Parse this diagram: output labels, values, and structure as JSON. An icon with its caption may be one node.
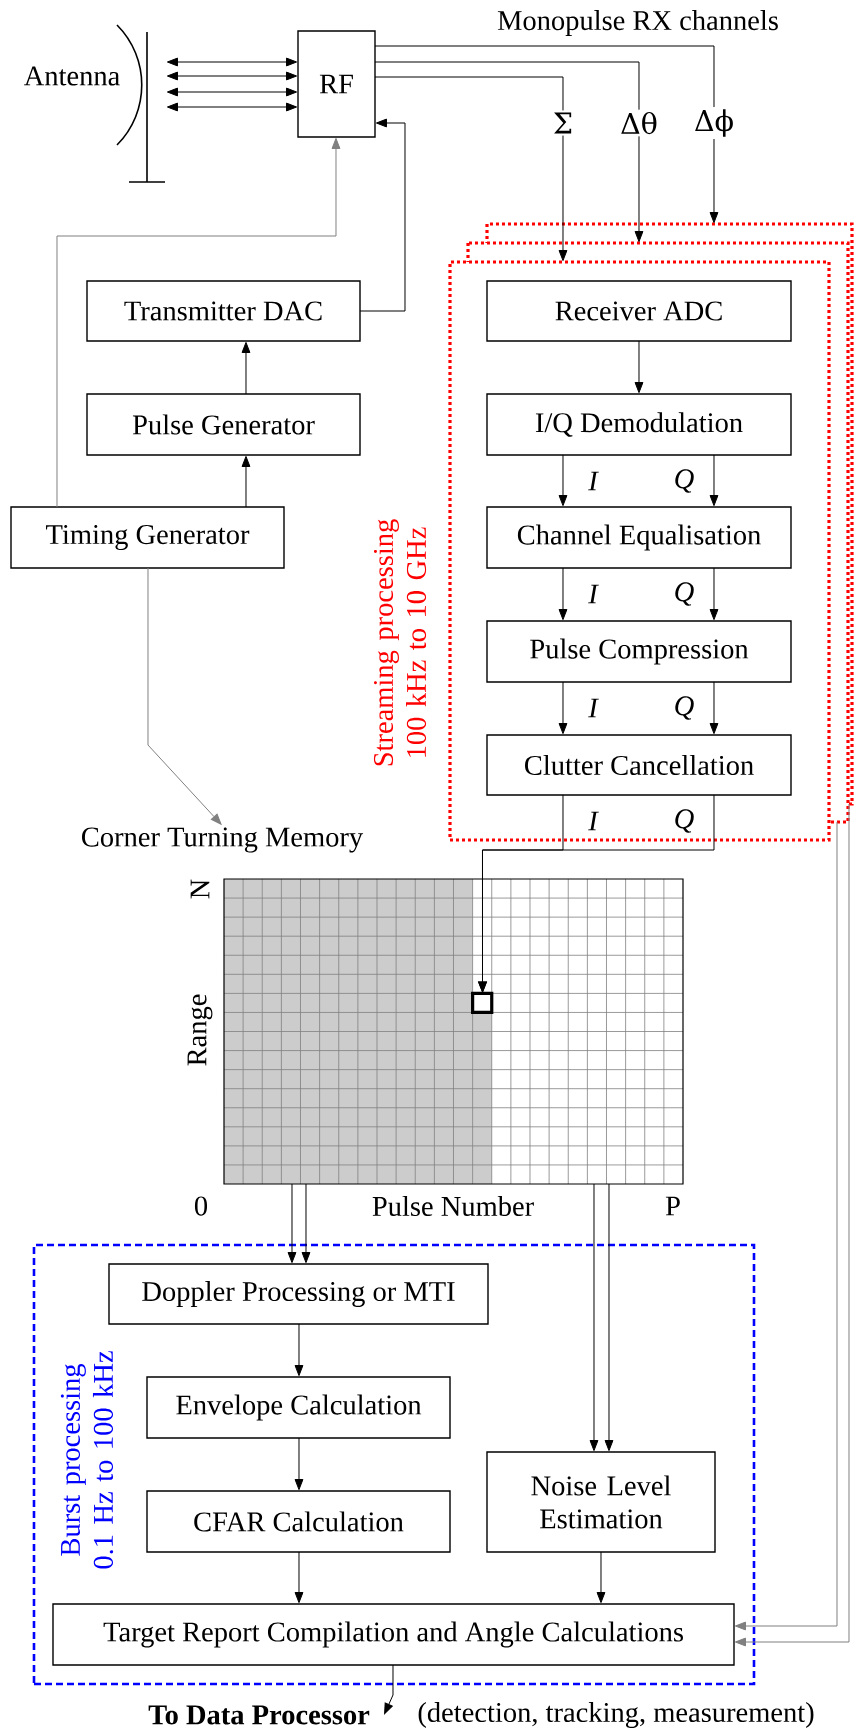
{
  "diagram": {
    "nodes": [
      {
        "text": [],
        "shape": "antenna",
        "beside": [
          "Antenna"
        ]
      },
      {
        "text": [
          "RF"
        ]
      },
      {
        "text": [
          "Σ"
        ]
      },
      {
        "text": [
          "Δθ"
        ]
      },
      {
        "text": [
          "Δϕ"
        ]
      },
      {
        "text": [
          "Streaming processing 100 kHz to 10 GHz"
        ]
      },
      {
        "text": [
          "Transmitter DAC"
        ]
      },
      {
        "text": [
          "Receiver ADC"
        ],
        "in": 5
      },
      {
        "text": [
          "Pulse Generator"
        ]
      },
      {
        "text": [
          "I/Q Demodulation"
        ],
        "in": 5
      },
      {
        "text": [
          "Timing Generator"
        ]
      },
      {
        "text": [
          "Channel Equalisation"
        ],
        "in": 5
      },
      {
        "text": [
          "Pulse Compression"
        ],
        "in": 5
      },
      {
        "text": [
          "Clutter Cancellation"
        ],
        "in": 5
      },
      {
        "text": [
          "Corner Turning Memory"
        ]
      },
      {
        "text": [],
        "shape": "grid",
        "beside": [
          "N",
          "Range",
          "0",
          "Pulse Number",
          "P"
        ]
      },
      {
        "text": [],
        "shape": "box",
        "in": 15
      },
      {
        "text": [
          "Burst processing 0.1 Hz to 100 kHz"
        ]
      },
      {
        "text": [
          "Doppler Processing or MTI"
        ],
        "in": 17
      },
      {
        "text": [
          "Envelope Calculation"
        ],
        "in": 17
      },
      {
        "text": [
          "Noise Level Estimation"
        ],
        "in": 17
      },
      {
        "text": [
          "CFAR Calculation"
        ],
        "in": 17
      },
      {
        "text": [
          "Target Report Compilation and Angle Calculations"
        ],
        "in": 17
      },
      {
        "text": [
          "To Data Processor"
        ],
        "beside": [
          "(detection, tracking, measurement)"
        ]
      }
    ],
    "edges": [
      {
        "from": 0,
        "to": 1,
        "arrow": "both"
      },
      {
        "from": 0,
        "to": 1,
        "arrow": "both"
      },
      {
        "from": 0,
        "to": 1,
        "arrow": "both"
      },
      {
        "from": 0,
        "to": 1,
        "arrow": "both"
      },
      {
        "from": 1,
        "to": 2,
        "arrow": "none"
      },
      {
        "from": 1,
        "to": 3,
        "arrow": "none"
      },
      {
        "from": 1,
        "to": 4,
        "arrow": "none"
      },
      {
        "from": 2,
        "to": 5,
        "arrow": "to"
      },
      {
        "from": 3,
        "to": 5,
        "arrow": "to"
      },
      {
        "from": 4,
        "to": 5,
        "arrow": "to"
      },
      {
        "from": 6,
        "to": 1,
        "arrow": "to"
      },
      {
        "from": 10,
        "to": 1,
        "arrow": "to",
        "color": "#808080"
      },
      {
        "from": 8,
        "to": 6,
        "arrow": "to"
      },
      {
        "from": 10,
        "to": 8,
        "arrow": "to"
      },
      {
        "from": 10,
        "to": 14,
        "arrow": "to",
        "color": "#808080"
      },
      {
        "from": 7,
        "to": 9,
        "arrow": "to"
      },
      {
        "from": 9,
        "to": 11,
        "arrow": "to",
        "label": "I"
      },
      {
        "from": 9,
        "to": 11,
        "arrow": "to",
        "label": "Q"
      },
      {
        "from": 11,
        "to": 12,
        "arrow": "to",
        "label": "I"
      },
      {
        "from": 11,
        "to": 12,
        "arrow": "to",
        "label": "Q"
      },
      {
        "from": 12,
        "to": 13,
        "arrow": "to",
        "label": "I"
      },
      {
        "from": 12,
        "to": 13,
        "arrow": "to",
        "label": "Q"
      },
      {
        "from": 13,
        "to": 16,
        "arrow": "to",
        "label": "I"
      },
      {
        "from": 13,
        "to": 16,
        "arrow": "to",
        "label": "Q"
      },
      {
        "from": 15,
        "to": 18,
        "arrow": "to"
      },
      {
        "from": 15,
        "to": 18,
        "arrow": "to"
      },
      {
        "from": 15,
        "to": 20,
        "arrow": "to"
      },
      {
        "from": 15,
        "to": 20,
        "arrow": "to"
      },
      {
        "from": 18,
        "to": 19,
        "arrow": "to"
      },
      {
        "from": 19,
        "to": 21,
        "arrow": "to"
      },
      {
        "from": 21,
        "to": 22,
        "arrow": "to"
      },
      {
        "from": 20,
        "to": 22,
        "arrow": "to"
      },
      {
        "from": 5,
        "to": 22,
        "arrow": "to",
        "color": "#808080"
      },
      {
        "from": 5,
        "to": 22,
        "arrow": "to",
        "color": "#808080"
      },
      {
        "from": 22,
        "to": 23,
        "arrow": "to"
      }
    ],
    "labels": [
      "Monopulse RX channels"
    ]
  }
}
